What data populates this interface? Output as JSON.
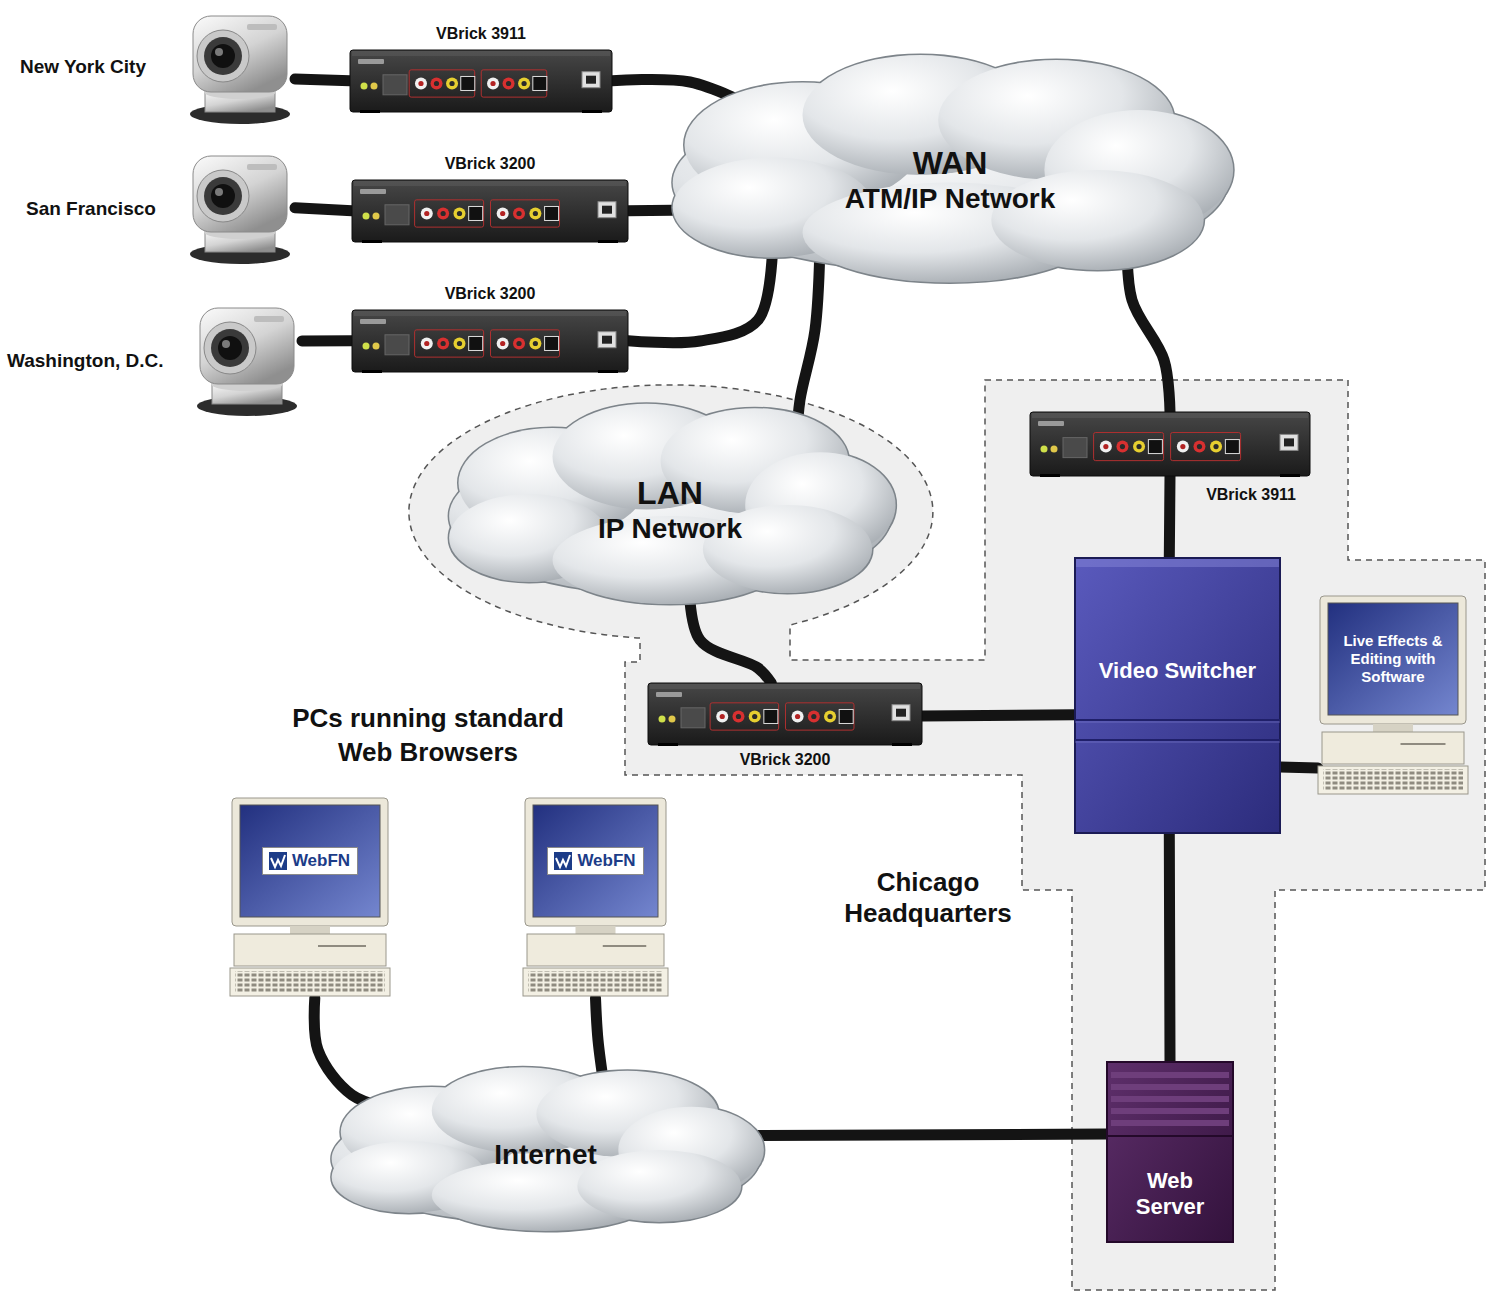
{
  "diagram": {
    "nodes": [
      {
        "text": [
          "New York City"
        ]
      },
      {
        "text": [
          "VBrick 3911"
        ]
      },
      {
        "text": [
          "San Francisco"
        ]
      },
      {
        "text": [
          "VBrick 3200"
        ]
      },
      {
        "text": [
          "Washington, D.C."
        ]
      },
      {
        "text": [
          "VBrick 3200"
        ]
      },
      {
        "text": [
          "WAN",
          "ATM/IP Network"
        ]
      },
      {
        "text": [
          "Chicago Headquarters"
        ]
      },
      {
        "text": [
          "VBrick 3911"
        ],
        "in": 7
      },
      {
        "text": [
          "LAN",
          "IP Network"
        ],
        "in": 7
      },
      {
        "text": [
          "VBrick 3200"
        ],
        "in": 7
      },
      {
        "text": [
          "Video Switcher"
        ],
        "in": 7
      },
      {
        "text": [
          "Live Effects & Editing with Software"
        ],
        "in": 7
      },
      {
        "text": [
          "WebFN"
        ]
      },
      {
        "text": [
          "WebFN"
        ]
      },
      {
        "text": [
          "Internet"
        ]
      },
      {
        "text": [
          "Web Server"
        ],
        "in": 7
      }
    ],
    "edges": [
      {
        "from": 0,
        "to": 1,
        "arrow": "none"
      },
      {
        "from": 2,
        "to": 3,
        "arrow": "none"
      },
      {
        "from": 4,
        "to": 5,
        "arrow": "none"
      },
      {
        "from": 1,
        "to": 6,
        "arrow": "none"
      },
      {
        "from": 3,
        "to": 6,
        "arrow": "none"
      },
      {
        "from": 5,
        "to": 6,
        "arrow": "none"
      },
      {
        "from": 6,
        "to": 8,
        "arrow": "none"
      },
      {
        "from": 6,
        "to": 9,
        "arrow": "none"
      },
      {
        "from": 9,
        "to": 10,
        "arrow": "none"
      },
      {
        "from": 8,
        "to": 11,
        "arrow": "none"
      },
      {
        "from": 10,
        "to": 11,
        "arrow": "none"
      },
      {
        "from": 11,
        "to": 12,
        "arrow": "none"
      },
      {
        "from": 11,
        "to": 16,
        "arrow": "none"
      },
      {
        "from": 13,
        "to": 15,
        "arrow": "none"
      },
      {
        "from": 14,
        "to": 15,
        "arrow": "none"
      },
      {
        "from": 15,
        "to": 16,
        "arrow": "none"
      }
    ],
    "labels": [
      "PCs running standard Web Browsers"
    ]
  }
}
